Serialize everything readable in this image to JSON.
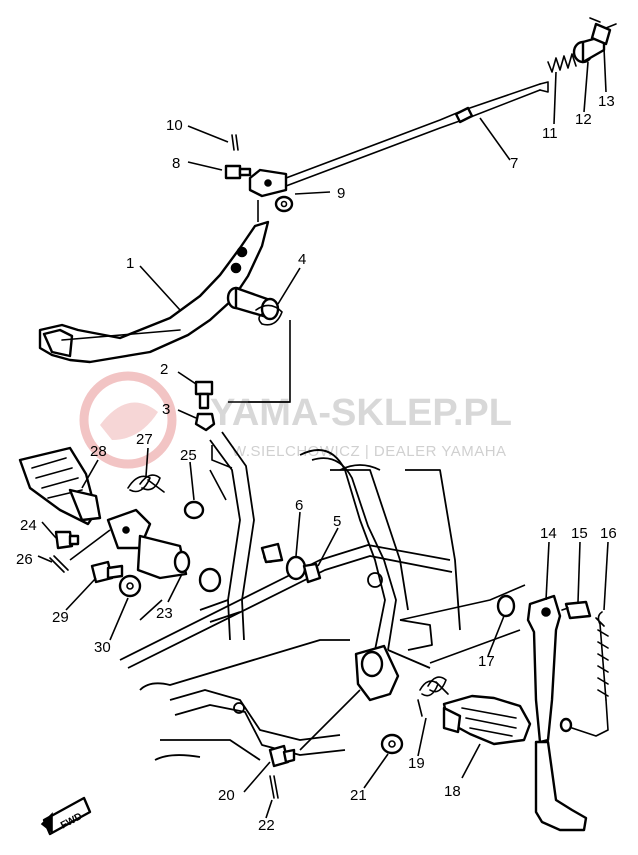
{
  "watermark": {
    "text": "YAMA-SKLEP.PL",
    "subtext": "W.SIELCHOWICZ | DEALER YAMAHA",
    "logo_color": "#f0c0c0",
    "text_color": "#d8d8d8"
  },
  "fwd_badge": "FWD",
  "callouts": {
    "c1": "1",
    "c2": "2",
    "c3": "3",
    "c4": "4",
    "c5": "5",
    "c6": "6",
    "c7": "7",
    "c8": "8",
    "c9": "9",
    "c10": "10",
    "c11": "11",
    "c12": "12",
    "c13": "13",
    "c14": "14",
    "c15": "15",
    "c16": "16",
    "c17": "17",
    "c18": "18",
    "c19": "19",
    "c20": "20",
    "c21": "21",
    "c22": "22",
    "c23": "23",
    "c24": "24",
    "c25": "25",
    "c26": "26",
    "c27": "27",
    "c28": "28",
    "c29": "29",
    "c30": "30"
  }
}
